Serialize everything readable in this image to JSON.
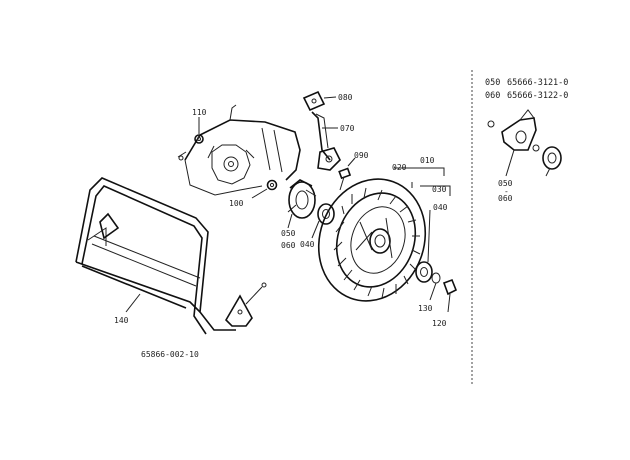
{
  "callouts": {
    "c010": "010",
    "c020": "020",
    "c030": "030",
    "c040a": "040",
    "c040b": "040",
    "c050a": "050",
    "c050b": "050",
    "c060a": "060",
    "c060b": "060",
    "c070": "070",
    "c080": "080",
    "c090": "090",
    "c100": "100",
    "c110": "110",
    "c120": "120",
    "c130": "130",
    "c140": "140"
  },
  "footnote": "65866-002-10",
  "alt_parts": {
    "row1_num": "050",
    "row1_code": "65666-3121-0",
    "row2_num": "060",
    "row2_code": "65666-3122-0"
  }
}
